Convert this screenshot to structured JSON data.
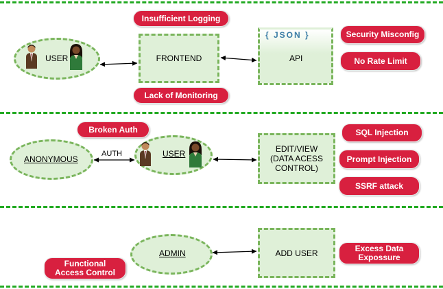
{
  "row1": {
    "user_label": "USER",
    "frontend_label": "FRONTEND",
    "api_label": "API",
    "json_label": "{ JSON }",
    "risks": {
      "insufficient_logging": "Insufficient Logging",
      "lack_of_monitoring": "Lack of Monitoring",
      "security_misconfig": "Security Misconfig",
      "no_rate_limit": "No Rate Limit"
    }
  },
  "row2": {
    "anonymous_label": "ANONYMOUS",
    "auth_label": "AUTH",
    "user_label": "USER",
    "edit_view_lines": [
      "EDIT/VIEW",
      "(DATA ACESS",
      "CONTROL)"
    ],
    "risks": {
      "broken_auth": "Broken Auth",
      "sql_injection": "SQL Injection",
      "prompt_injection": "Prompt Injection",
      "ssrf_attack": "SSRF attack"
    }
  },
  "row3": {
    "admin_label": "ADMIN",
    "add_user_label": "ADD USER",
    "risks": {
      "functional_access_control_lines": [
        "Functional",
        "Access Control"
      ],
      "excess_data_exposure_lines": [
        "Excess Data",
        "Expossure"
      ]
    }
  },
  "colors": {
    "risk_fill": "#d8203f",
    "node_fill": "#dff0d8",
    "node_border": "#7ab55c",
    "separator": "#22aa22"
  },
  "icons": {
    "user_pair": "user-pair-icon",
    "json": "json-icon"
  }
}
